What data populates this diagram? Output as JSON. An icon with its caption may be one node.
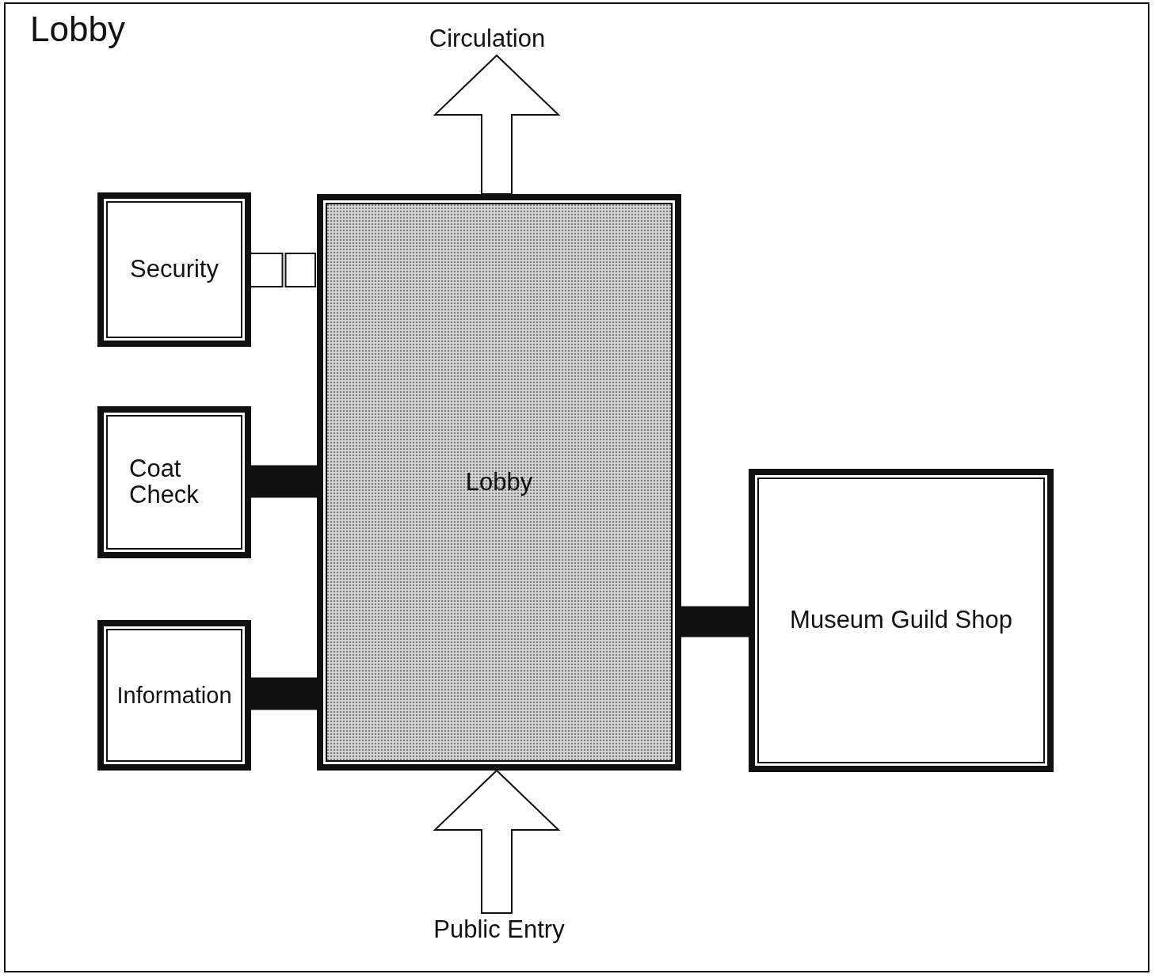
{
  "diagram": {
    "title": "Lobby",
    "nodes": [
      {
        "text": [
          "Lobby"
        ]
      },
      {
        "text": [
          "Security"
        ]
      },
      {
        "text": [
          "Coat Check"
        ]
      },
      {
        "text": [
          "Information"
        ]
      },
      {
        "text": [
          "Museum Guild Shop"
        ]
      },
      {
        "text": [
          "Circulation"
        ]
      },
      {
        "text": [
          "Public Entry"
        ]
      }
    ],
    "edges": [
      {
        "from": 0,
        "to": 5,
        "arrow": "to"
      },
      {
        "from": 6,
        "to": 0,
        "arrow": "to"
      },
      {
        "from": 1,
        "to": 0,
        "arrow": "none"
      },
      {
        "from": 2,
        "to": 0,
        "arrow": "none",
        "style": "thick"
      },
      {
        "from": 3,
        "to": 0,
        "arrow": "none",
        "style": "thick"
      },
      {
        "from": 0,
        "to": 4,
        "arrow": "none",
        "style": "thick"
      }
    ]
  }
}
